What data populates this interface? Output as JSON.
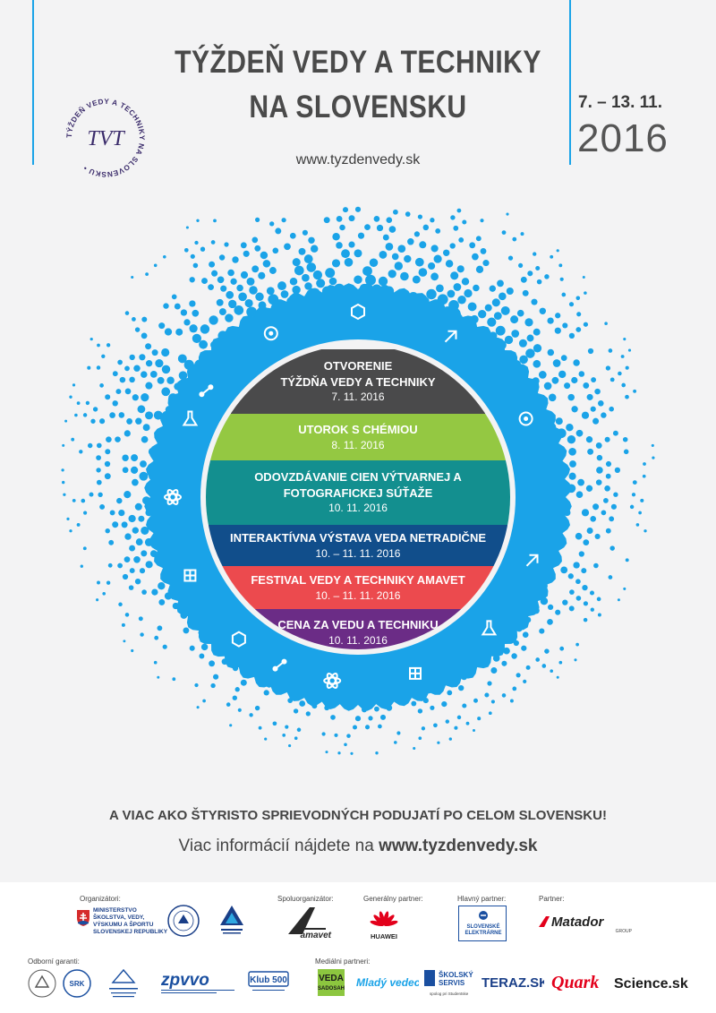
{
  "header": {
    "title_line1": "TÝŽDEŇ VEDY A TECHNIKY",
    "title_line2": "NA SLOVENSKU",
    "url": "www.tyzdenvedy.sk",
    "dates": "7. – 13. 11.",
    "year": "2016",
    "logo_mark": "TVT",
    "logo_ring_text": "TÝŽDEŇ VEDY A TECHNIKY NA SLOVENSKU •"
  },
  "events": [
    {
      "title_lines": [
        "OTVORENIE",
        "TÝŽDŇA VEDY A TECHNIKY"
      ],
      "date": "7. 11. 2016",
      "color": "#4a4a4b"
    },
    {
      "title_lines": [
        "UTOROK S CHÉMIOU"
      ],
      "date": "8. 11. 2016",
      "color": "#94c842"
    },
    {
      "title_lines": [
        "ODOVZDÁVANIE CIEN VÝTVARNEJ A",
        "FOTOGRAFICKEJ SÚŤAŽE"
      ],
      "date": "10. 11. 2016",
      "color": "#138f8f"
    },
    {
      "title_lines": [
        "INTERAKTÍVNA VÝSTAVA VEDA NETRADIČNE"
      ],
      "date": "10. – 11. 11. 2016",
      "color": "#114e8b"
    },
    {
      "title_lines": [
        "FESTIVAL VEDY A TECHNIKY AMAVET"
      ],
      "date": "10. – 11. 11. 2016",
      "color": "#ec4a4e"
    },
    {
      "title_lines": [
        "CENA ZA VEDU A TECHNIKU"
      ],
      "date": "10. 11. 2016",
      "color": "#6b2c86"
    }
  ],
  "colors": {
    "accent": "#1aa3e8",
    "dots": "#1aa3e8"
  },
  "ring_icons": [
    "atom-network-icon",
    "gear-icon",
    "chemistry-link-icon",
    "microscope-icon",
    "molecule-icon",
    "hexagon-molecule-icon",
    "test-tube-icon",
    "wrench-icon",
    "radiation-icon",
    "network-icon",
    "benzene-icon",
    "cubes-icon",
    "flask-icon",
    "atom-icon"
  ],
  "tagline": "A VIAC AKO ŠTYRISTO SPRIEVODNÝCH PODUJATÍ PO CELOM SLOVENSKU!",
  "moreinfo_prefix": "Viac informácií nájdete na ",
  "moreinfo_url": "www.tyzdenvedy.sk",
  "footer": {
    "organizers_label": "Organizátori:",
    "coorganizer_label": "Spoluorganizátor:",
    "general_partner_label": "Generálny partner:",
    "main_partner_label": "Hlavný partner:",
    "partner_label": "Partner:",
    "guarantors_label": "Odborní garanti:",
    "media_label": "Mediálni partneri:",
    "ministry_lines": [
      "MINISTERSTVO",
      "ŠKOLSTVA, VEDY,",
      "VÝSKUMU A ŠPORTU",
      "SLOVENSKEJ REPUBLIKY"
    ],
    "amavet": "amavet",
    "huawei": "HUAWEI",
    "se_lines": [
      "SLOVENSKÉ",
      "ELEKTRÁRNE"
    ],
    "matador": "Matador",
    "matador_sub": "GROUP",
    "srk": "SRK",
    "zpvvo": "zpvvo",
    "klub500": "Klub 500",
    "veda": "VEDA",
    "veda_sub": "SADOSAH",
    "mlady_vedec": "Mladý vedec",
    "skolsky_servis_lines": [
      "ŠKOLSKÝ",
      "SERVIS"
    ],
    "skolsky_servis_sub": "spolog pri Studentske",
    "teraz": "TERAZ.SK",
    "quark": "Quark",
    "science": "Science.sk"
  }
}
